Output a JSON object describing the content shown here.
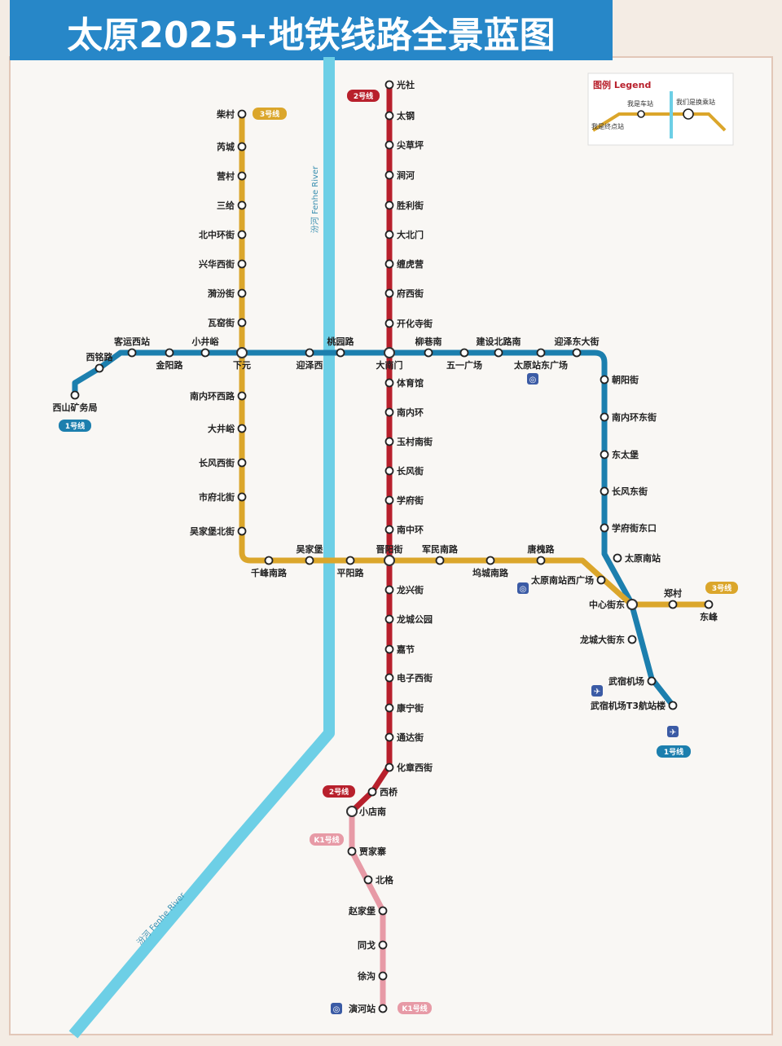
{
  "title": "太原2025+地铁线路全景蓝图",
  "river_label": "汾河 Fenhe River",
  "legend": {
    "title": "图例 Legend",
    "samples": [
      "我是车站",
      "我们是换乘站",
      "我是终点站"
    ]
  },
  "colors": {
    "line1": "#1c7fae",
    "line2": "#b8202c",
    "line3": "#dba62b",
    "line2s": "#e79aa6",
    "river": "#6dcfe6",
    "title_bg": "#2787c8"
  },
  "line_badges": {
    "line1_west": "1号线",
    "line1_east": "1号线",
    "line2_north": "2号线",
    "line2_south": "2号线",
    "line3_north": "3号线",
    "line3_east": "3号线",
    "line2s_mid": "K1号线",
    "line2s_end": "K1号线"
  },
  "stations": {
    "line1": [
      "西山矿务局",
      "西铭路",
      "客运西站",
      "金阳路",
      "小井峪",
      "下元",
      "迎泽西",
      "桃园路",
      "大南门",
      "柳巷南",
      "五一广场",
      "建设北路南",
      "太原站东广场",
      "迎泽东大街",
      "朝阳街",
      "南内环东街",
      "东太堡",
      "长风东街",
      "学府街东口",
      "太原南站",
      "中心街东",
      "龙城大街东",
      "武宿机场",
      "武宿机场T3航站楼"
    ],
    "line2": [
      "光社",
      "太钢",
      "尖草坪",
      "涧河",
      "胜利街",
      "大北门",
      "缠虎营",
      "府西街",
      "开化寺街",
      "大南门",
      "体育馆",
      "南内环",
      "玉村南街",
      "长风街",
      "学府街",
      "南中环",
      "晋阳街",
      "龙兴街",
      "龙城公园",
      "嘉节",
      "电子西街",
      "康宁街",
      "通达街",
      "化章西街",
      "西桥",
      "小店南"
    ],
    "line3": [
      "柴村",
      "芮城",
      "营村",
      "三给",
      "北中环街",
      "兴华西街",
      "漪汾街",
      "瓦窑街",
      "下元",
      "南内环西路",
      "大井峪",
      "长风西街",
      "市府北街",
      "吴家堡北街",
      "千峰南路",
      "吴家堡",
      "平阳路",
      "晋阳街",
      "军民南路",
      "坞城南路",
      "唐槐路",
      "太原南站西广场",
      "中心街东",
      "郑村",
      "东峰"
    ],
    "line2s": [
      "小店南",
      "贾家寨",
      "北格",
      "赵家堡",
      "同戈",
      "徐沟",
      "演河站"
    ]
  },
  "airport_labels": [
    "武宿机场",
    "武宿机场T3航站楼"
  ]
}
